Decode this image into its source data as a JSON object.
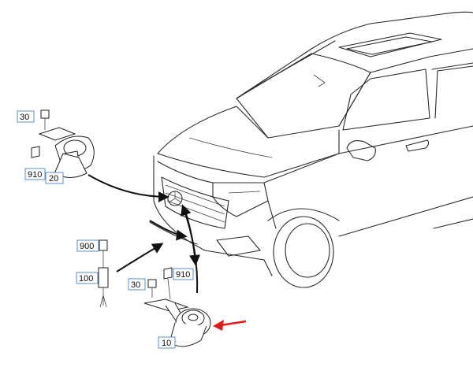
{
  "callouts": {
    "p30_top": "30",
    "p910_top": "910",
    "p20": "20",
    "p900": "900",
    "p100": "100",
    "p30_bottom": "30",
    "p910_bottom": "910",
    "p10": "10"
  },
  "colors": {
    "callout_border": "#5b8fc7",
    "highlight_arrow": "#e11b1b",
    "line": "#222222"
  }
}
